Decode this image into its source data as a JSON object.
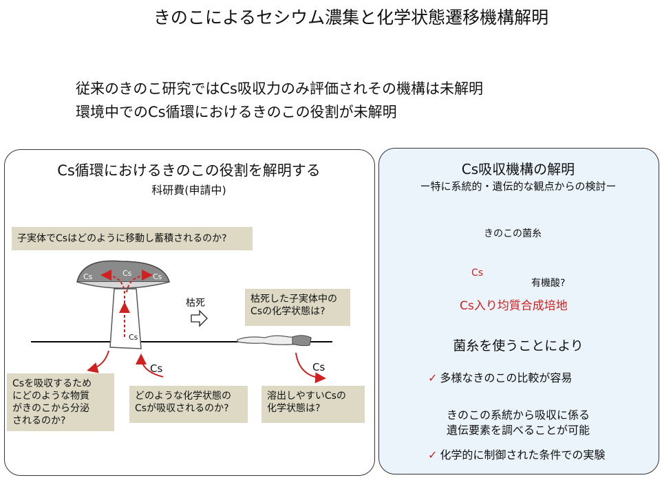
{
  "page_title": "きのこによるセシウム濃集と化学状態遷移機構解明",
  "intro_lines": [
    "従来のきのこ研究ではCs吸収力のみ評価されその機構は未解明",
    "環境中でのCs循環におけるきのこの役割が未解明"
  ],
  "left_panel": {
    "title": "Cs循環におけるきのこの役割を解明する",
    "subtitle": "科研費(申請中)",
    "q_top": "子実体でCsはどのように移動し蓄積されるのか?",
    "cap_labels": [
      "Cs",
      "Cs",
      "Cs"
    ],
    "stem_label": "Cs",
    "wither_label": "枯死",
    "q_withered": [
      "枯死した子実体中の",
      "Csの化学状態は?"
    ],
    "in_label": "Cs",
    "out_label": "Cs",
    "q_absorb": [
      "Csを吸収するため",
      "にどのような物質",
      "がきのこから分泌",
      "されるのか?"
    ],
    "q_chem": [
      "どのような化学状態の",
      "Csが吸収されるのか?"
    ],
    "q_elute": [
      "溶出しやすいCsの",
      "化学状態は?"
    ]
  },
  "right_panel": {
    "title": "Cs吸収機構の解明",
    "subtitle": "ー特に系統的・遺伝的な観点からの検討ー",
    "mycelium_label": "きのこの菌糸",
    "dish_cs": "Cs",
    "dish_acid": "有機酸?",
    "medium_label": "Cs入り均質合成培地",
    "use_text": "菌糸を使うことにより",
    "check_mark": "✓",
    "point1": "多様なきのこの比較が容易",
    "point2_lines": [
      "きのこの系統から吸収に係る",
      "遺伝要素を調べることが可能"
    ],
    "point3": "化学的に制御された条件での実験"
  },
  "colors": {
    "accent_red": "#d02020",
    "note_bg": "#ddd9c4",
    "right_bg": "#eaf4fa",
    "dish_fill": "#ffffcc"
  }
}
